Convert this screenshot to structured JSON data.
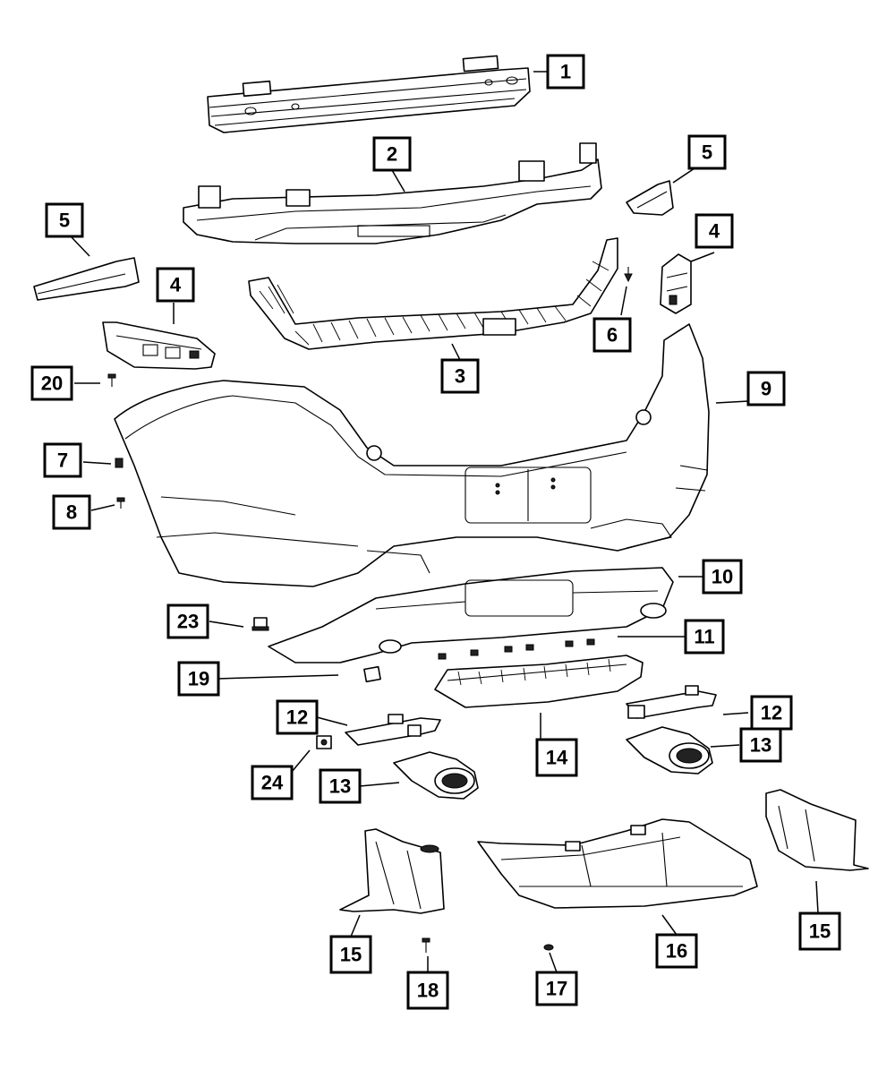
{
  "callouts": [
    {
      "id": "c1",
      "label": "1"
    },
    {
      "id": "c2",
      "label": "2"
    },
    {
      "id": "c5a",
      "label": "5"
    },
    {
      "id": "c5b",
      "label": "5"
    },
    {
      "id": "c4a",
      "label": "4"
    },
    {
      "id": "c4b",
      "label": "4"
    },
    {
      "id": "c6",
      "label": "6"
    },
    {
      "id": "c3",
      "label": "3"
    },
    {
      "id": "c20",
      "label": "20"
    },
    {
      "id": "c9",
      "label": "9"
    },
    {
      "id": "c7",
      "label": "7"
    },
    {
      "id": "c8",
      "label": "8"
    },
    {
      "id": "c10",
      "label": "10"
    },
    {
      "id": "c23",
      "label": "23"
    },
    {
      "id": "c11",
      "label": "11"
    },
    {
      "id": "c19",
      "label": "19"
    },
    {
      "id": "c12a",
      "label": "12"
    },
    {
      "id": "c12b",
      "label": "12"
    },
    {
      "id": "c13a",
      "label": "13"
    },
    {
      "id": "c13b",
      "label": "13"
    },
    {
      "id": "c14",
      "label": "14"
    },
    {
      "id": "c24",
      "label": "24"
    },
    {
      "id": "c15a",
      "label": "15"
    },
    {
      "id": "c15b",
      "label": "15"
    },
    {
      "id": "c16",
      "label": "16"
    },
    {
      "id": "c17",
      "label": "17"
    },
    {
      "id": "c18",
      "label": "18"
    }
  ]
}
